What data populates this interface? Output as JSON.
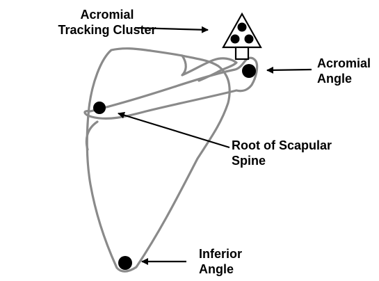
{
  "labels": {
    "tracking_cluster": [
      "Acromial",
      "Tracking Cluster"
    ],
    "acromial_angle": [
      "Acromial",
      "Angle"
    ],
    "root_scapular_spine": [
      "Root of Scapular",
      "Spine"
    ],
    "inferior_angle": [
      "Inferior",
      "Angle"
    ]
  },
  "colors": {
    "outline": "#8a8a8a",
    "markers": "#000000",
    "background": "#ffffff"
  }
}
